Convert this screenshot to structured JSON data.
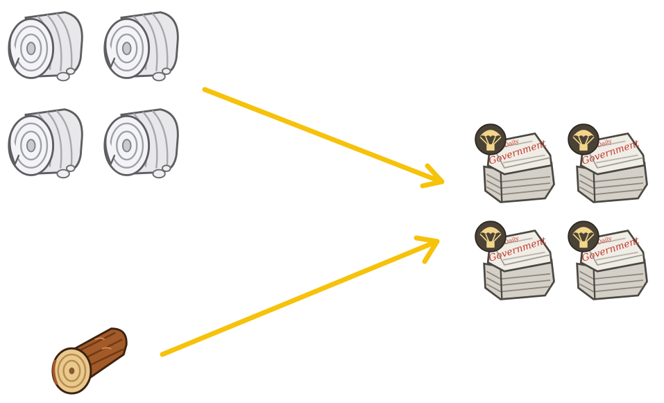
{
  "recipe": {
    "inputs": [
      {
        "name": "paper-roll",
        "quantity_shown": 4,
        "icon": "paper-roll-icon"
      },
      {
        "name": "wood-log",
        "quantity_shown": 1,
        "icon": "wood-log-icon"
      }
    ],
    "output": {
      "name": "government-newspaper-bundle",
      "quantity_shown": 4,
      "icon": "newspaper-bundle-icon",
      "badge_icon": "airdrop-parachute-icon",
      "print_text": "Government"
    }
  },
  "colors": {
    "background": "#ffffff",
    "arrow": "#f6c20a",
    "badge_bg": "#4a4236",
    "badge_fg": "#f2d58a",
    "print_red": "#c0392b"
  }
}
